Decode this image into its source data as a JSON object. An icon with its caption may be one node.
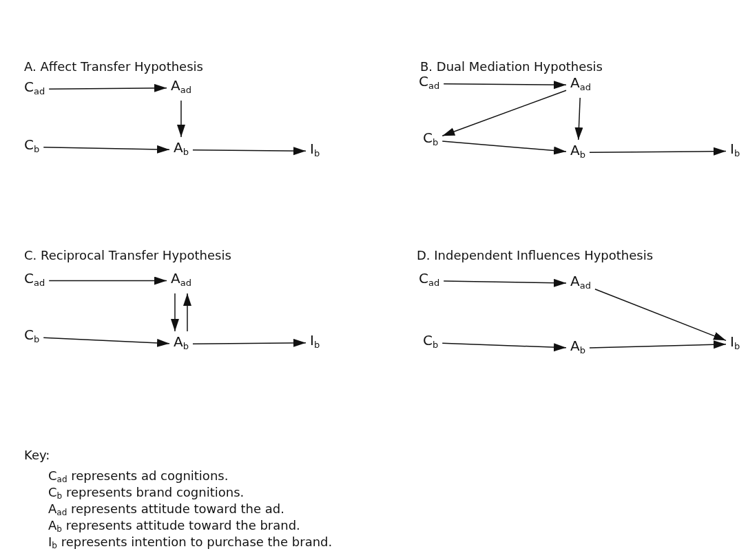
{
  "diagram": {
    "nodes": [
      {
        "text": [
          "C$_{ad}$"
        ]
      },
      {
        "text": [
          "A$_{ad}$"
        ]
      },
      {
        "text": [
          "C$_{b}$"
        ]
      },
      {
        "text": [
          "A$_{b}$"
        ]
      },
      {
        "text": [
          "I$_{b}$"
        ]
      },
      {
        "text": [
          "C$_{ad}$"
        ]
      },
      {
        "text": [
          "A$_{ad}$"
        ]
      },
      {
        "text": [
          "C$_{b}$"
        ]
      },
      {
        "text": [
          "A$_{b}$"
        ]
      },
      {
        "text": [
          "I$_{b}$"
        ]
      },
      {
        "text": [
          "C$_{ad}$"
        ]
      },
      {
        "text": [
          "A$_{ad}$"
        ]
      },
      {
        "text": [
          "C$_{b}$"
        ]
      },
      {
        "text": [
          "A$_{b}$"
        ]
      },
      {
        "text": [
          "I$_{b}$"
        ]
      },
      {
        "text": [
          "C$_{ad}$"
        ]
      },
      {
        "text": [
          "A$_{ad}$"
        ]
      },
      {
        "text": [
          "C$_{b}$"
        ]
      },
      {
        "text": [
          "A$_{b}$"
        ]
      },
      {
        "text": [
          "I$_{b}$"
        ]
      }
    ],
    "edges": [
      {
        "from": 0,
        "to": 1,
        "arrow": "to"
      },
      {
        "from": 1,
        "to": 3,
        "arrow": "to"
      },
      {
        "from": 2,
        "to": 3,
        "arrow": "to"
      },
      {
        "from": 3,
        "to": 4,
        "arrow": "to"
      },
      {
        "from": 5,
        "to": 6,
        "arrow": "to"
      },
      {
        "from": 6,
        "to": 7,
        "arrow": "to"
      },
      {
        "from": 6,
        "to": 8,
        "arrow": "to"
      },
      {
        "from": 7,
        "to": 8,
        "arrow": "to"
      },
      {
        "from": 8,
        "to": 9,
        "arrow": "to"
      },
      {
        "from": 10,
        "to": 11,
        "arrow": "to"
      },
      {
        "from": 11,
        "to": 13,
        "arrow": "to"
      },
      {
        "from": 13,
        "to": 11,
        "arrow": "to"
      },
      {
        "from": 12,
        "to": 13,
        "arrow": "to"
      },
      {
        "from": 13,
        "to": 14,
        "arrow": "to"
      },
      {
        "from": 15,
        "to": 16,
        "arrow": "to"
      },
      {
        "from": 16,
        "to": 19,
        "arrow": "to"
      },
      {
        "from": 17,
        "to": 18,
        "arrow": "to"
      },
      {
        "from": 18,
        "to": 19,
        "arrow": "to"
      }
    ],
    "labels": [
      "A. Affect Transfer Hypothesis",
      "B. Dual Mediation Hypothesis",
      "C. Reciprocal Transfer Hypothesis",
      "D. Independent Influences Hypothesis",
      "Key:",
      "C$_{ad}$ represents ad cognitions.",
      "C$_{b}$ represents brand cognitions.",
      "A$_{ad}$ represents attitude toward the ad.",
      "A$_{b}$ represents attitude toward the brand.",
      "I$_{b}$ represents intention to purchase the brand."
    ]
  }
}
